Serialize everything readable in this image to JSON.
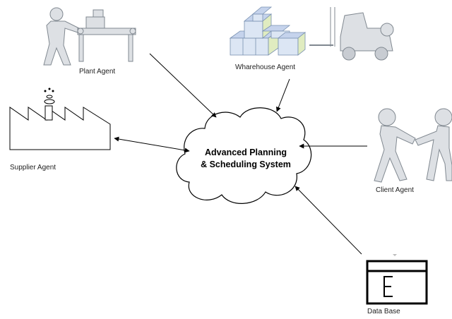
{
  "center": {
    "title_line1": "Advanced Planning",
    "title_line2": "& Scheduling System"
  },
  "agents": {
    "plant": "Plant Agent",
    "warehouse": "Wharehouse Agent",
    "supplier": "Supplier Agent",
    "client": "Client Agent",
    "database": "Data Base"
  },
  "colors": {
    "figure": "#dde0e4",
    "figure_stroke": "#808890",
    "box_front": "#dce6f4",
    "box_top": "#c5d3ec",
    "box_side": "#e0ecc0",
    "line": "#000000"
  }
}
